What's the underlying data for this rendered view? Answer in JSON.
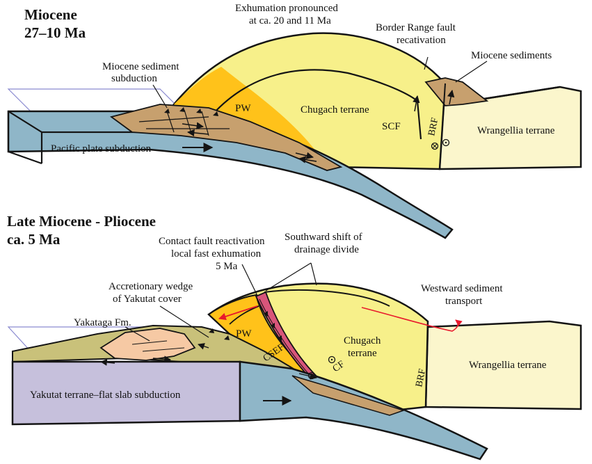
{
  "colors": {
    "pacific_plate": "#8fb6c8",
    "yakutat_slab": "#c6c0dc",
    "chugach_light": "#f7f08a",
    "chugach_dark": "#ffc21a",
    "wrangellia": "#fbf6cc",
    "sediment": "#c7a06e",
    "yakutat_cover": "#c9c17a",
    "yakataga": "#f6c9a4",
    "contact_fault": "#d8557a",
    "arrow_red": "#e8192c",
    "outline": "#141414"
  },
  "panel_top": {
    "title_line1": "Miocene",
    "title_line2": "27–10 Ma",
    "exhumation_line1": "Exhumation pronounced",
    "exhumation_line2": "at ca. 20 and 11 Ma",
    "border_range_line1": "Border Range fault",
    "border_range_line2": "recativation",
    "miocene_sediments": "Miocene sediments",
    "miocene_subduction_line1": "Miocene sediment",
    "miocene_subduction_line2": "subduction",
    "pw": "PW",
    "chugach": "Chugach terrane",
    "scf": "SCF",
    "brf": "BRF",
    "wrangellia": "Wrangellia terrane",
    "pacific_plate": "Pacific plate subduction"
  },
  "panel_bottom": {
    "title_line1": "Late Miocene - Pliocene",
    "title_line2": "ca. 5 Ma",
    "contact_fault_line1": "Contact fault reactivation",
    "contact_fault_line2": "local fast exhumation",
    "contact_fault_line3": "5 Ma",
    "drainage_line1": "Southward shift of",
    "drainage_line2": "drainage divide",
    "wedge_line1": "Accretionary wedge",
    "wedge_line2": "of Yakutat cover",
    "yakataga": "Yakataga Fm.",
    "westward_line1": "Westward sediment",
    "westward_line2": "transport",
    "pw": "PW",
    "chugach_line1": "Chugach",
    "chugach_line2": "terrane",
    "csef": "CSEF",
    "cf": "CF",
    "brf": "BRF",
    "wrangellia": "Wrangellia terrane",
    "yakutat": "Yakutat terrane–flat slab subduction"
  }
}
